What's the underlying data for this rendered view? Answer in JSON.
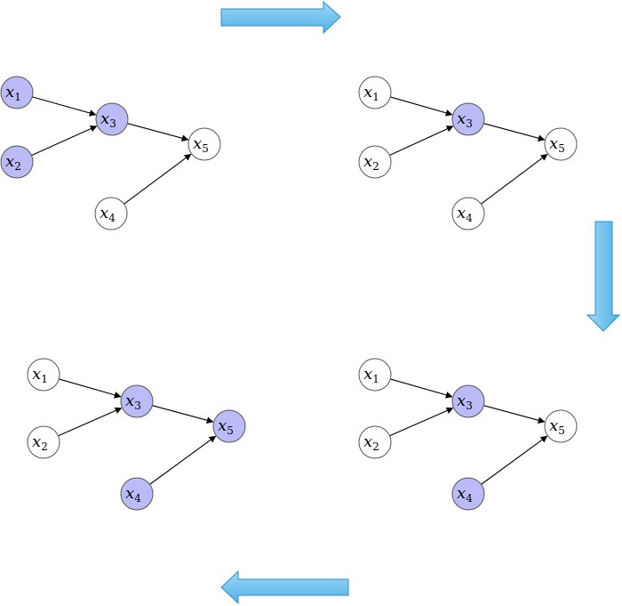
{
  "colors": {
    "highlight": "#bbbbf7",
    "plain": "#ffffff",
    "node_stroke": "#555555",
    "edge": "#000000",
    "arrow_fill": "#6ec3ef",
    "arrow_stroke": "#2e8fc9"
  },
  "node_base": "x",
  "nodes": [
    "1",
    "2",
    "3",
    "4",
    "5"
  ],
  "edges": [
    [
      "1",
      "3"
    ],
    [
      "2",
      "3"
    ],
    [
      "3",
      "5"
    ],
    [
      "4",
      "5"
    ]
  ],
  "panels": [
    {
      "highlighted": [
        "1",
        "2",
        "3"
      ]
    },
    {
      "highlighted": [
        "3"
      ]
    },
    {
      "highlighted": [
        "3",
        "4"
      ]
    },
    {
      "highlighted": [
        "3",
        "4",
        "5"
      ]
    }
  ],
  "arrows": [
    "right-arrow",
    "down-arrow",
    "left-arrow"
  ]
}
